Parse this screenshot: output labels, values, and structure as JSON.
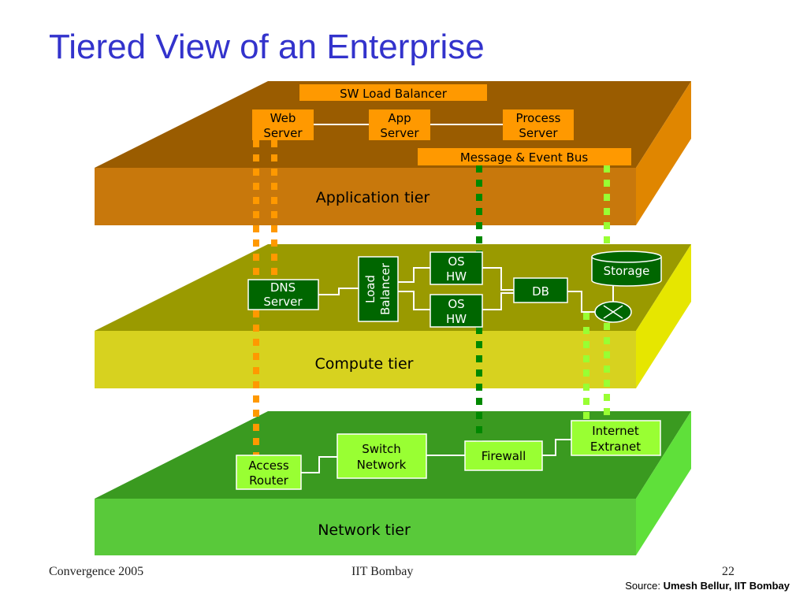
{
  "slide": {
    "title": "Tiered View of an Enterprise"
  },
  "colors": {
    "title": "#3333cc",
    "app_top": "#9a5c00",
    "app_front": "#c8780c",
    "app_side": "#e08600",
    "compute_top": "#9a9a00",
    "compute_front": "#d7d21f",
    "compute_side": "#e6e600",
    "network_top": "#3a9a20",
    "network_front": "#59c93a",
    "network_side": "#5fe03a",
    "orange_box": "#ff9900",
    "dark_green_box": "#006600",
    "light_green_box": "#99ff33"
  },
  "tiers": {
    "application": "Application tier",
    "compute": "Compute tier",
    "network": "Network tier"
  },
  "application": {
    "sw_load_balancer": "SW Load Balancer",
    "web_server": [
      "Web",
      "Server"
    ],
    "app_server": [
      "App",
      "Server"
    ],
    "process_server": [
      "Process",
      "Server"
    ],
    "message_bus": "Message & Event Bus"
  },
  "compute": {
    "dns_server": [
      "DNS",
      "Server"
    ],
    "load_balancer": [
      "Load",
      "Balancer"
    ],
    "os_hw_1": [
      "OS",
      "HW"
    ],
    "os_hw_2": [
      "OS",
      "HW"
    ],
    "db": "DB",
    "storage": "Storage"
  },
  "network": {
    "access_router": [
      "Access",
      "Router"
    ],
    "switch_network": [
      "Switch",
      "Network"
    ],
    "firewall": "Firewall",
    "internet_extranet": [
      "Internet",
      "Extranet"
    ]
  },
  "footer": {
    "left": "Convergence 2005",
    "center": "IIT Bombay",
    "page": "22",
    "source_prefix": "Source: ",
    "source_author": "Umesh Bellur, IIT Bombay"
  }
}
